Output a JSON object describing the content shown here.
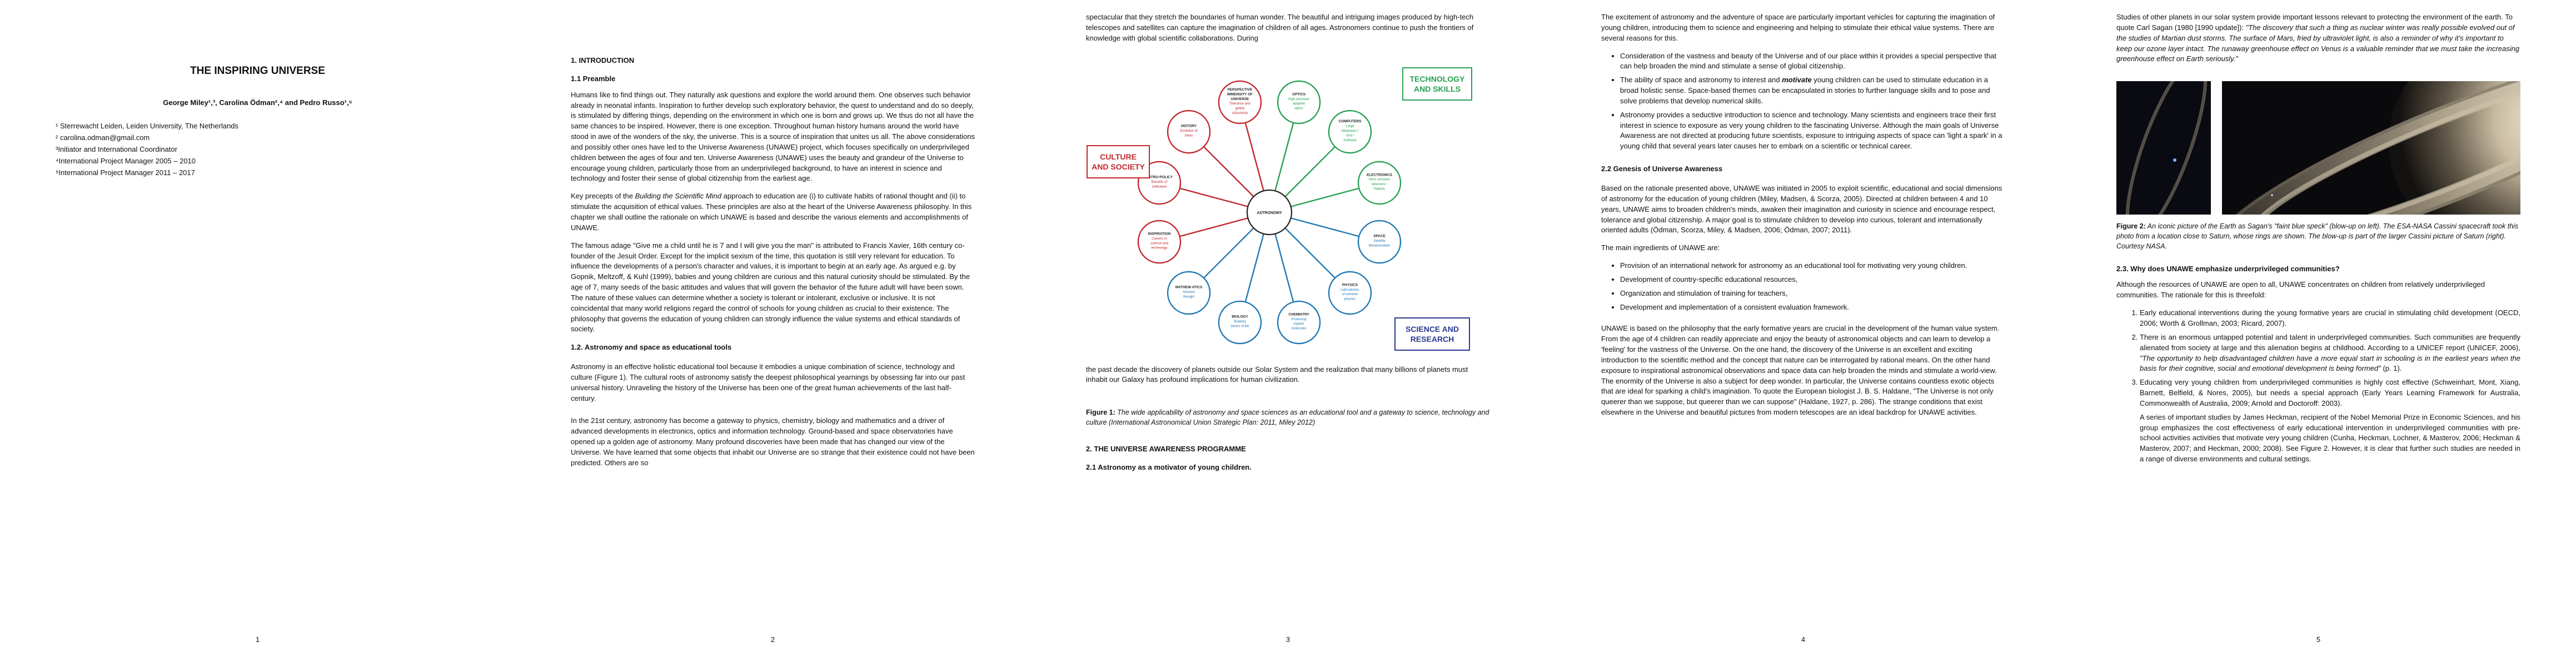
{
  "pages": [
    {
      "number": "1",
      "title": "THE INSPIRING UNIVERSE",
      "authors": "George Miley¹,³, Carolina Ödman²,⁴ and Pedro Russo¹,⁵",
      "affiliations": [
        "¹ Sterrewacht Leiden, Leiden University, The Netherlands",
        "² carolina.odman@gmail.com",
        "³Initiator and International Coordinator",
        "⁴International Project Manager 2005 – 2010",
        "⁵International Project Manager 2011 – 2017"
      ]
    },
    {
      "number": "2",
      "h_intro": "1. INTRODUCTION",
      "h_preamble": "1.1 Preamble",
      "p1": "Humans like to find things out. They naturally ask questions and explore the world around them. One observes such behavior already in neonatal infants. Inspiration to further develop such exploratory behavior, the quest to understand and do so deeply, is stimulated by differing things, depending on the environment in which one is born and grows up. We thus do not all have the same chances to be inspired. However, there is one exception. Throughout human history humans around the world have stood in awe of the wonders of the sky, the universe. This is a source of inspiration that unites us all. The above considerations and possibly other ones have led to the Universe Awareness (UNAWE) project, which focuses specifically on underprivileged children between the ages of four and ten. Universe Awareness (UNAWE) uses the beauty and grandeur of the Universe to encourage young children, particularly those from an underprivileged background, to have an interest in science and technology and foster their sense of global citizenship from the earliest age.",
      "p2a": "Key precepts of the ",
      "p2em": "Building the Scientific Mind",
      "p2b": " approach to education are (i) to cultivate habits of rational thought and (ii) to stimulate the acquisition of ethical values. These principles are also at the heart of the Universe Awareness philosophy. In this chapter we shall outline the rationale on which UNAWE is based and describe the various elements and accomplishments of UNAWE.",
      "p3": "The famous adage \"Give me a child until he is 7 and I will give you the man\" is attributed to Francis Xavier, 16th century co-founder of the Jesuit Order. Except for the implicit sexism of the time, this quotation is still very relevant for education. To influence the developments of a person's character and values, it is important to begin at an early age.  As argued e.g. by Gopnik, Meltzoff, & Kuhl (1999), babies and young children are curious and this natural curiosity should be stimulated. By the age of 7, many seeds of the basic attitudes and values that will govern the behavior of the future adult will have been sown. The nature of these values can determine whether a society is tolerant or intolerant, exclusive or inclusive. It is not coincidental that many world religions regard the control of schools for young children as crucial to their existence. The philosophy that governs the education of young children can strongly influence the value systems and ethical standards of society.",
      "h_tools": "1.2. Astronomy and space as educational tools",
      "p4": "Astronomy is an effective holistic educational tool because it embodies a unique combination of science, technology and culture (Figure 1). The cultural roots of astronomy satisfy the deepest philosophical yearnings by obsessing far into our past universal history. Unraveling the history of the Universe has been one of the great human achievements of the last half-century.",
      "p5": "In the 21st century, astronomy has become a gateway to physics, chemistry, biology and mathematics and a driver of advanced developments in electronics, optics and information technology. Ground-based and space observatories have opened up a golden age of astronomy. Many profound discoveries have been made that has changed our view of the Universe. We have learned that some objects that inhabit our Universe are so strange that their existence could not have been predicted. Others are so"
    },
    {
      "number": "3",
      "p1": "spectacular that they stretch the boundaries of human wonder. The beautiful and intriguing images produced by high-tech telescopes and satellites can capture the imagination of children of all ages. Astronomers continue to push the frontiers of knowledge with global scientific collaborations. During",
      "p2": "the past decade the discovery of planets outside our Solar System and the realization that many billions of planets must inhabit our Galaxy has profound implications for human civilization.",
      "caption_label": "Figure 1:",
      "caption_text": " The wide applicability of astronomy and space sciences as an educational tool and a gateway to science, technology and culture (International Astronomical Union Strategic Plan: 2011, Miley 2012)",
      "h_prog": "2. THE UNIVERSE AWARENESS PROGRAMME",
      "h_motiv": "2.1 Astronomy as a motivator of young children."
    },
    {
      "number": "4",
      "p1": "The excitement of astronomy and the adventure of space are particularly important vehicles for capturing the imagination of young children, introducing them to science and engineering and helping to stimulate their ethical value systems. There are several reasons for this.",
      "b1": "Consideration of the vastness and beauty of the Universe and of our place within it provides a special perspective that can help broaden the mind and stimulate a sense of global citizenship.",
      "b2a": "The ability of space and astronomy to interest and ",
      "b2em": "motivate",
      "b2b": " young children can be used to stimulate education in a broad holistic sense. Space-based themes can be encapsulated in stories to further language skills and to pose and solve problems that develop numerical skills.",
      "b3": "Astronomy provides a seductive introduction to science and technology. Many scientists and engineers trace their first interest in science to exposure as very young children to the fascinating Universe. Although the main goals of Universe Awareness are not directed at producing future scientists, exposure to intriguing aspects of space can 'light a spark' in a young child that several years later causes her to embark on a scientific or technical career.",
      "h_genesis": "2.2 Genesis of Universe Awareness",
      "p2": "Based on the rationale presented above, UNAWE was initiated in 2005 to exploit scientific, educational and social dimensions of astronomy for the education of young children (Miley, Madsen, & Scorza, 2005).  Directed at children between 4 and 10 years, UNAWE aims to broaden children's minds, awaken their imagination and curiosity in science and encourage respect, tolerance and global citizenship. A major goal is to stimulate children to develop into curious, tolerant and internationally oriented adults (Ödman, Scorza, Miley, & Madsen, 2006; Ödman, 2007; 2011).",
      "p3": "The main ingredients of UNAWE are:",
      "i1": "Provision of an international network for astronomy as an educational tool for motivating very young children.",
      "i2": "Development of country-specific educational resources,",
      "i3": "Organization and stimulation of training for teachers,",
      "i4": "Development and implementation of a consistent evaluation framework.",
      "p4": "UNAWE is based on the philosophy that the early formative years are crucial in the development of the human value system. From the age of 4 children can readily appreciate and enjoy the beauty of astronomical objects and can learn to develop a 'feeling' for the vastness of the Universe. On the one hand, the discovery of the Universe is an excellent and exciting introduction to the scientific method and the concept that nature can be interrogated by rational means. On the other hand exposure to inspirational astronomical observations and space data can help broaden the minds and stimulate a world-view. The enormity of the Universe is also a subject for deep wonder. In particular, the Universe contains countless exotic objects that are ideal for sparking a child's imagination. To quote the European biologist J. B. S. Haldane, \"The Universe is not only queerer than we suppose, but queerer than we can suppose\" (Haldane, 1927, p. 286). The strange conditions that exist elsewhere in the Universe and beautiful pictures from modern telescopes are an ideal backdrop for UNAWE activities."
    },
    {
      "number": "5",
      "p1a": "Studies of other planets in our solar system provide important lessons relevant to protecting the environment of the earth. To quote Carl Sagan (1980 [1990 update]): ",
      "p1q": "\"The discovery that such a thing as nuclear winter was really possible evolved out of the studies of Martian dust storms. The surface of Mars, fried by ultraviolet light, is also a reminder of why it's important to keep our ozone layer intact. The runaway greenhouse effect on Venus is a valuable reminder that we must take the increasing greenhouse effect on Earth seriously.\"",
      "caption_label": "Figure 2:",
      "caption_text": " An iconic picture of the Earth as Sagan's \"faint blue speck\" (blow-up on left). The ESA-NASA Cassini spacecraft took this photo from a location close to Saturn, whose rings are shown. The blow-up is part of the larger Cassini picture of Saturn (right). Courtesy NASA.",
      "h_why": "2.3. Why does UNAWE emphasize underprivileged communities?",
      "p2": "Although the resources of UNAWE are open to all, UNAWE concentrates on children from relatively underprivileged communities. The rationale for this is threefold:",
      "o1": "Early educational interventions during the young formative years are crucial in stimulating child development (OECD, 2006; Worth & Grollman, 2003; Ricard, 2007).",
      "o2a": "There is an enormous untapped potential and talent in underprivileged communities. Such communities are frequently alienated from society at large and this alienation begins at childhood. According to a UNICEF report (UNICEF, 2006), ",
      "o2q": "\"The opportunity to help disadvantaged children have a more equal start in schooling is in the earliest years when the basis for their cognitive, social and emotional development is being formed\"",
      "o2b": " (p. 1).",
      "o3": "Educating very young children from underprivileged communities is highly cost effective (Schweinhart, Mont, Xiang, Barnett, Belfield, & Nores, 2005), but needs a special approach (Early Years Learning Framework for Australia, Commonwealth of Australia, 2009; Arnold and Doctoroff: 2003).",
      "p3": "A series of important studies by James Heckman, recipient of the Nobel Memorial Prize in Economic Sciences, and his group emphasizes the cost effectiveness of early educational intervention in underprivileged communities with pre-school activities activities that motivate very young children (Cunha, Heckman, Lochner, & Masterov, 2006; Heckman & Masterov, 2007; and Heckman, 2000; 2008). See Figure 2. However, it is clear that further such studies are needed in a range of diverse environments and cultural settings."
    }
  ],
  "diagram": {
    "center": "ASTRONOMY",
    "groups": {
      "culture": {
        "label1": "CULTURE",
        "label2": "AND SOCIETY",
        "color": "#c0282d"
      },
      "tech": {
        "label1": "TECHNOLOGY",
        "label2": "AND SKILLS",
        "color": "#27a052"
      },
      "science": {
        "label1": "SCIENCE AND",
        "label2": "RESEARCH",
        "color": "#2b3990"
      }
    },
    "nodes": [
      {
        "title": "OPTICS",
        "desc": "High-precision adaptive optics"
      },
      {
        "title": "COMPUTERS",
        "desc": "Large databases / Grid / Software"
      },
      {
        "title": "ELECTRONICS",
        "desc": "Most sensitive detectors / Patents"
      },
      {
        "title": "SPACE",
        "desc": "Satellite Miniaturisation"
      },
      {
        "title": "PHYSICS",
        "desc": "Laboratories of extreme physics"
      },
      {
        "title": "CHEMISTRY",
        "desc": "Producing organic molecules"
      },
      {
        "title": "BIOLOGY",
        "desc": "Building blocks of life"
      },
      {
        "title": "MATHEM-ATICS",
        "desc": "Abstract thought"
      },
      {
        "title": "INSPIRATION",
        "desc": "Careers in science and technology"
      },
      {
        "title": "ASTRO-POLICY",
        "desc": "Benefits of civilisation"
      },
      {
        "title": "HISTORY",
        "desc": "Evolution of ideas"
      },
      {
        "title": "PERSPECTIVE IMMENSITY OF UNIVERSE",
        "desc": "Tolerance and global citizenship"
      }
    ],
    "colors": {
      "culture": "#c0282d",
      "tech": "#27a052",
      "science": "#1f78b4"
    }
  }
}
